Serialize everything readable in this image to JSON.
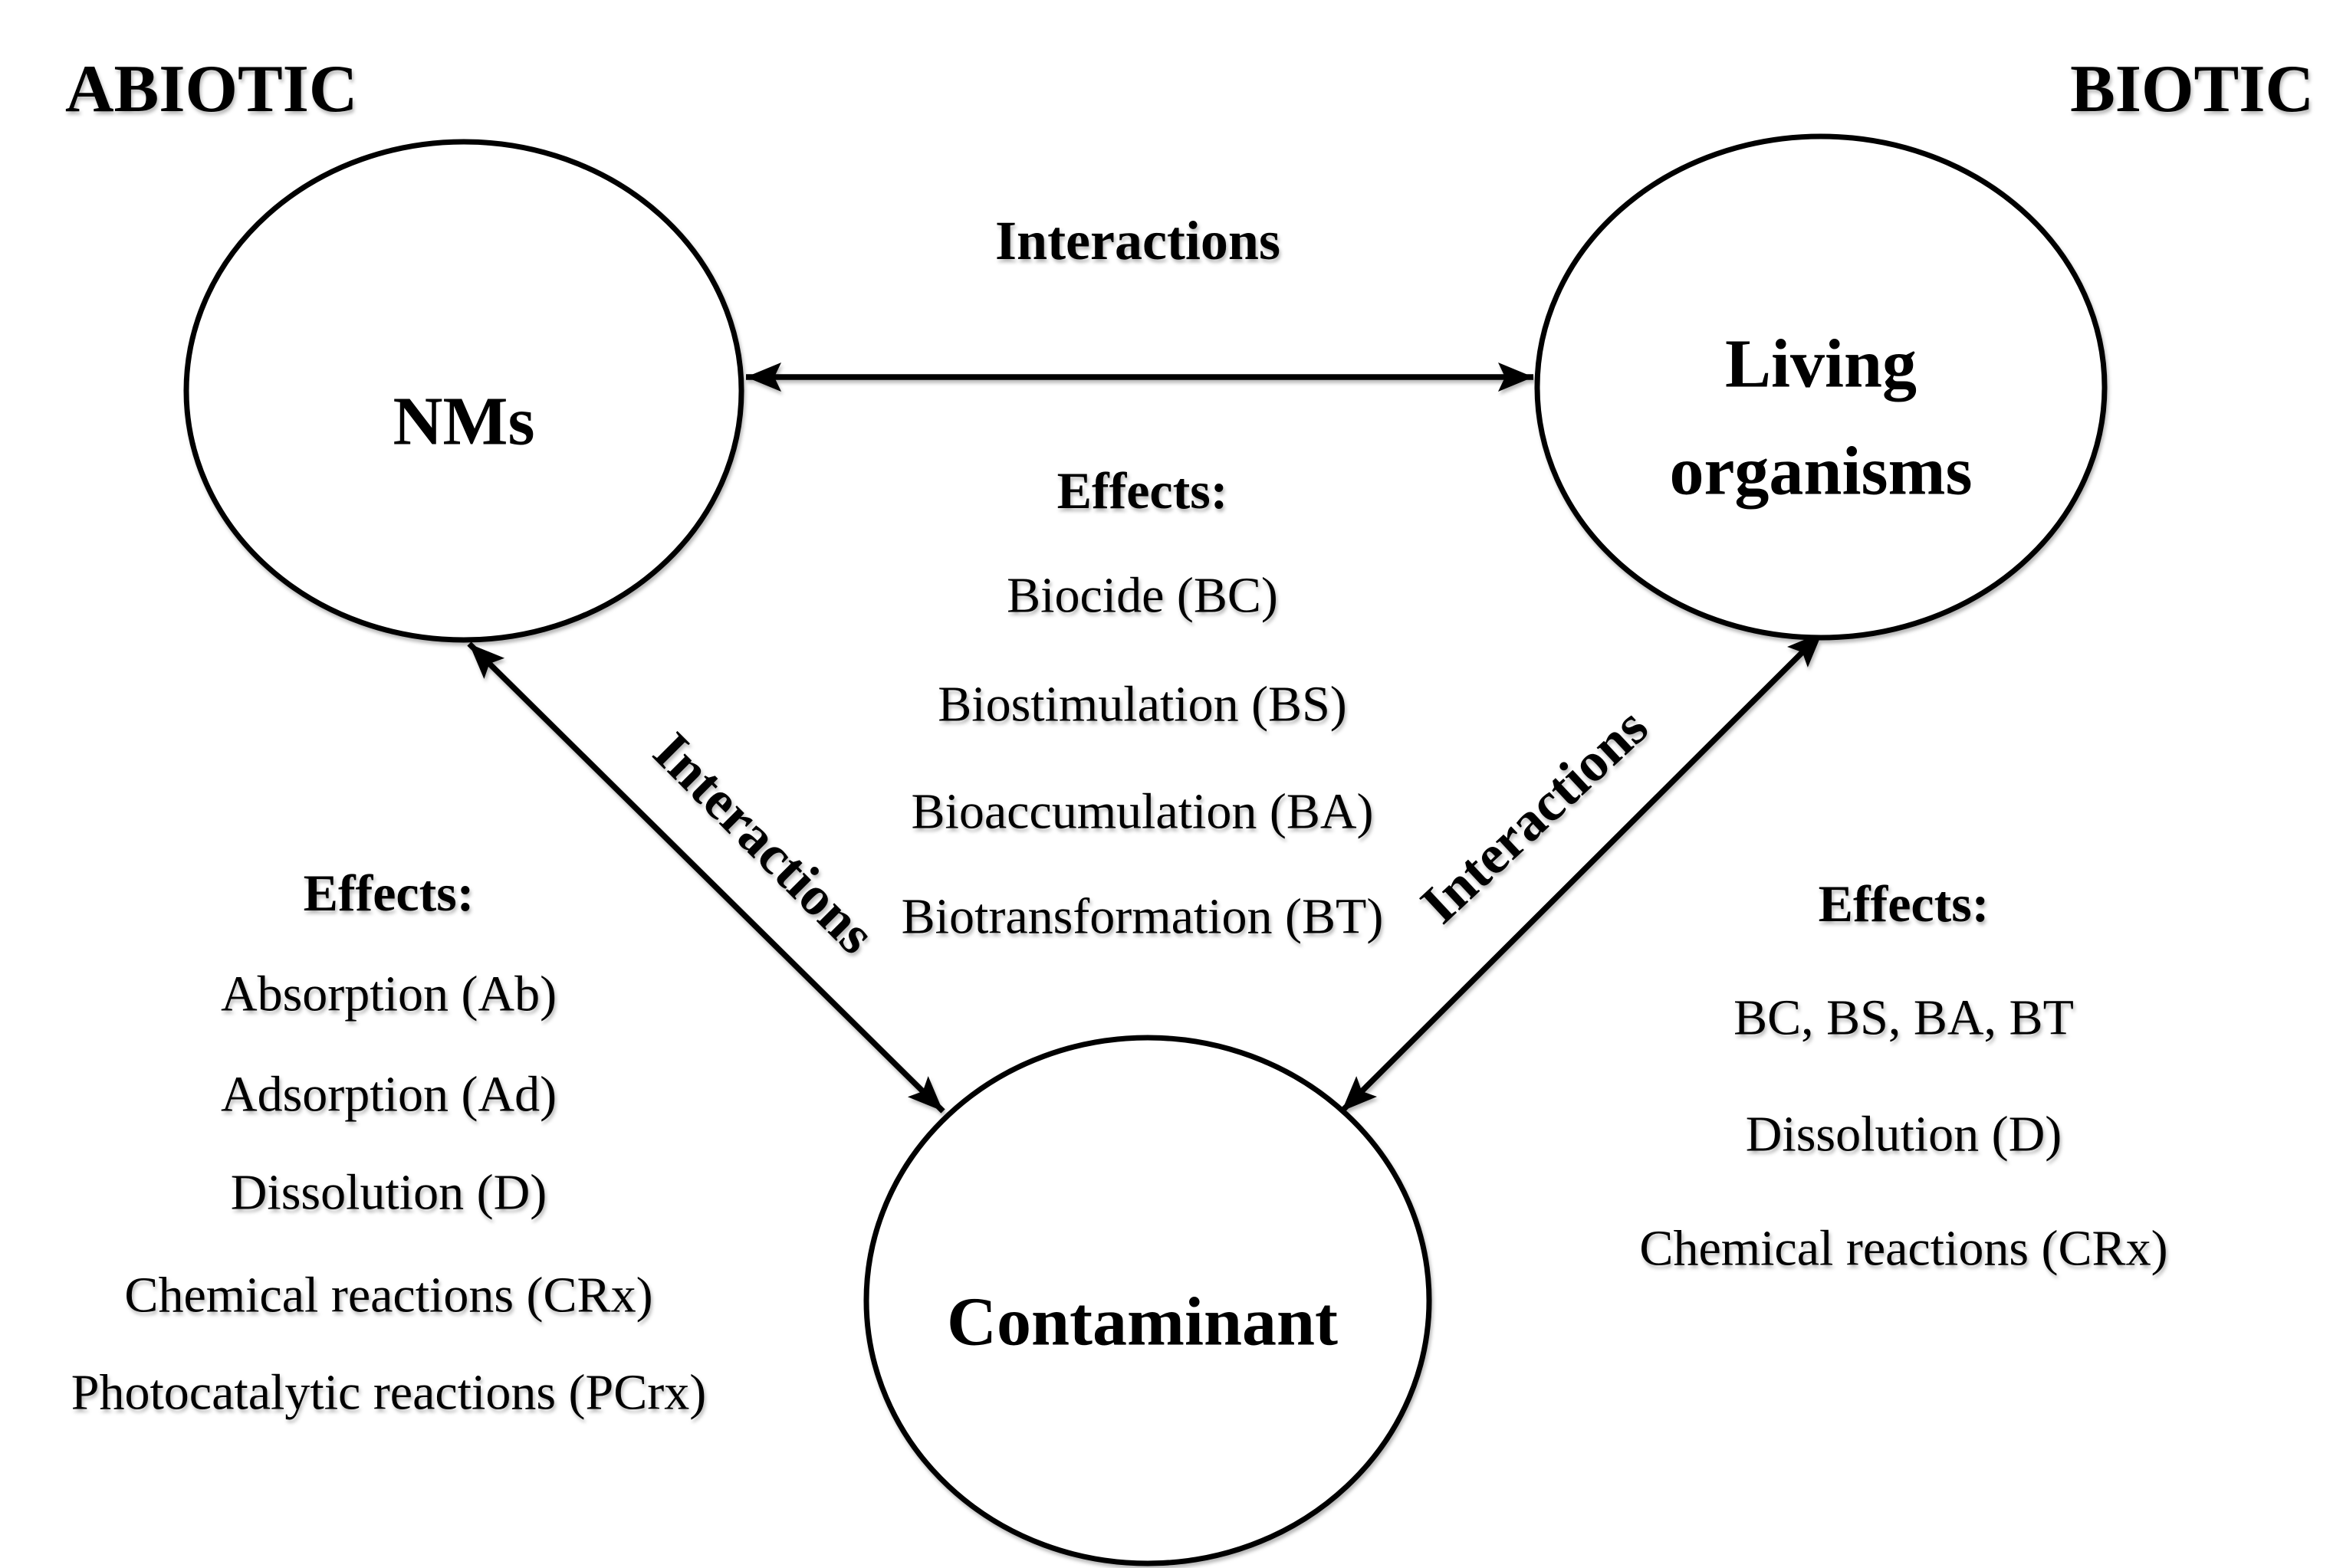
{
  "figure": {
    "left_region_label": "ABIOTIC",
    "right_region_label": "BIOTIC"
  },
  "nodes": {
    "nms": {
      "label": "NMs"
    },
    "living_organisms": {
      "label_line1": "Living",
      "label_line2": "organisms"
    },
    "contaminant": {
      "label": "Contaminant"
    }
  },
  "edges": {
    "nms_living": {
      "label": "Interactions"
    },
    "nms_contaminant": {
      "label": "Interactions"
    },
    "living_contaminant": {
      "label": "Interactions"
    }
  },
  "effects_center": {
    "header": "Effects:",
    "items": [
      "Biocide (BC)",
      "Biostimulation (BS)",
      "Bioaccumulation (BA)",
      "Biotransformation (BT)"
    ]
  },
  "effects_left": {
    "header": "Effects:",
    "items": [
      "Absorption (Ab)",
      "Adsorption (Ad)",
      "Dissolution (D)",
      "Chemical reactions (CRx)",
      "Photocatalytic reactions (PCrx)"
    ]
  },
  "effects_right": {
    "header": "Effects:",
    "items": [
      "BC, BS, BA, BT",
      "Dissolution (D)",
      "Chemical reactions (CRx)"
    ]
  },
  "colors": {
    "ink": "#000000",
    "background": "#ffffff"
  }
}
